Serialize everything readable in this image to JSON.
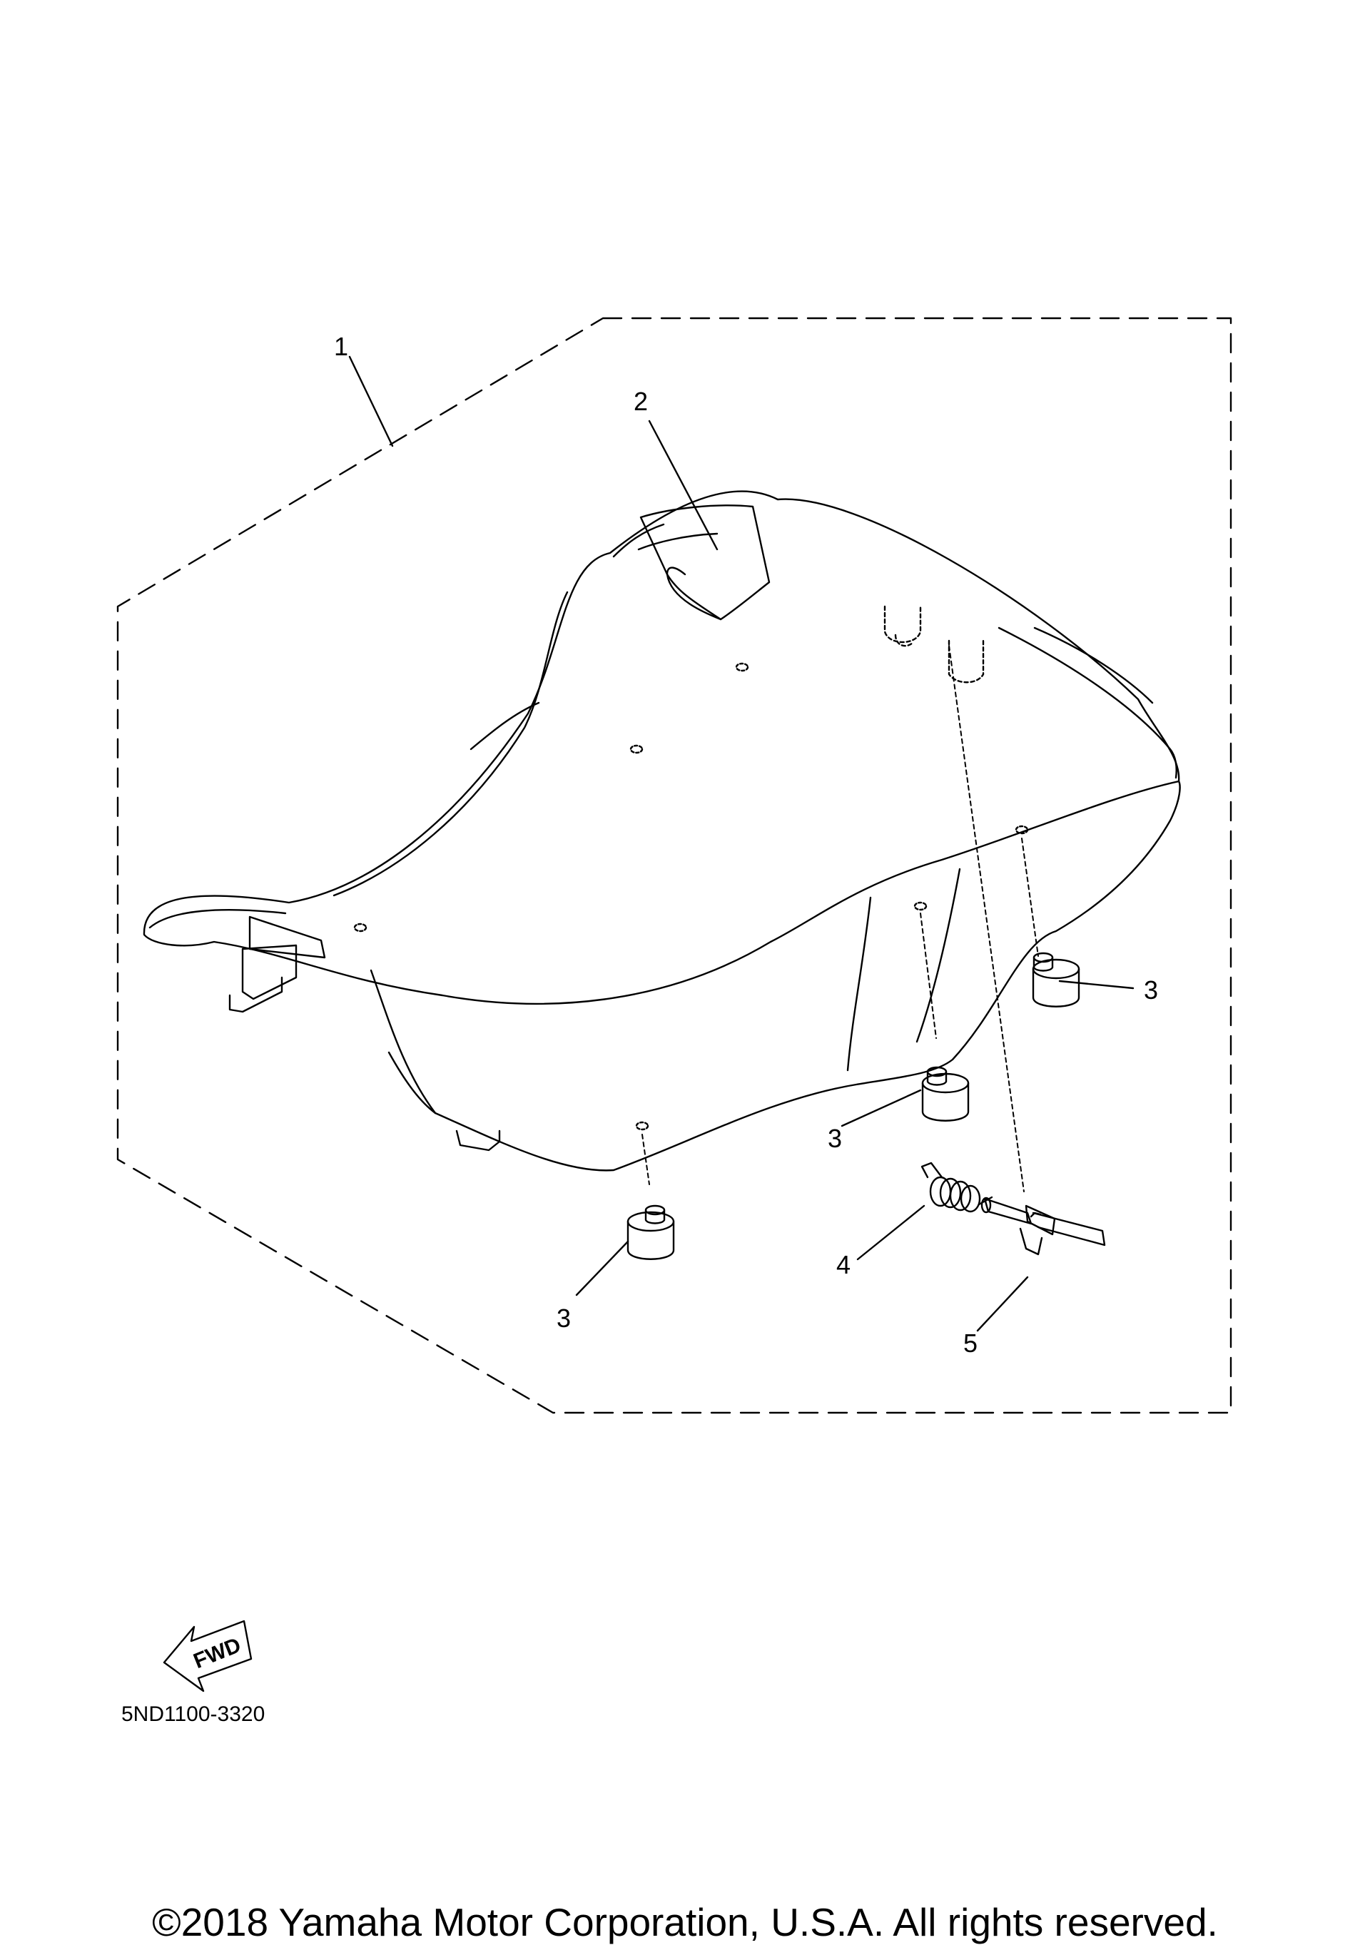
{
  "callouts": {
    "c1": "1",
    "c2": "2",
    "c3a": "3",
    "c3b": "3",
    "c3c": "3",
    "c4": "4",
    "c5": "5"
  },
  "fwd_label": "FWD",
  "diagram_code": "5ND1100-3320",
  "copyright": "©2018 Yamaha Motor Corporation, U.S.A. All rights reserved.",
  "icons": {
    "fwd": "fwd-arrow-icon"
  }
}
